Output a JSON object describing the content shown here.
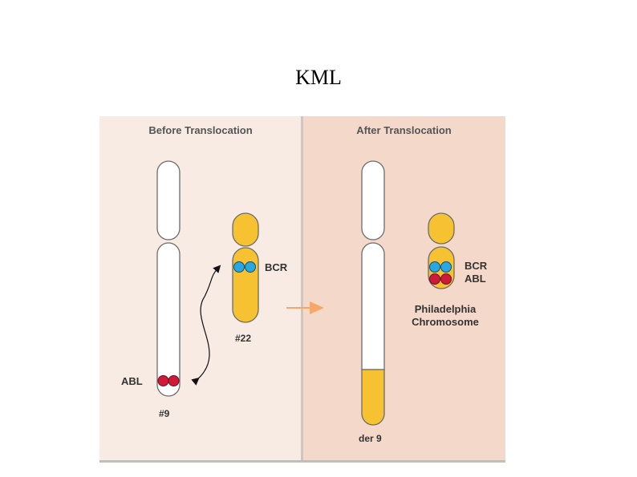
{
  "title": "KML",
  "panels": {
    "before": {
      "heading": "Before Translocation"
    },
    "after": {
      "heading": "After Translocation"
    }
  },
  "labels": {
    "abl_left": "ABL",
    "bcr_left": "BCR",
    "chr9": "#9",
    "chr22": "#22",
    "bcr_right": "BCR",
    "abl_right": "ABL",
    "philadelphia_line1": "Philadelphia",
    "philadelphia_line2": "Chromosome",
    "der9": "der 9"
  },
  "colors": {
    "chromosome_yellow": "#f6c232",
    "chromosome_outline": "#6b6b6b",
    "bcr_blue": "#2aa6e0",
    "abl_red": "#d01a3a",
    "arrow_orange": "#f6a86a"
  }
}
